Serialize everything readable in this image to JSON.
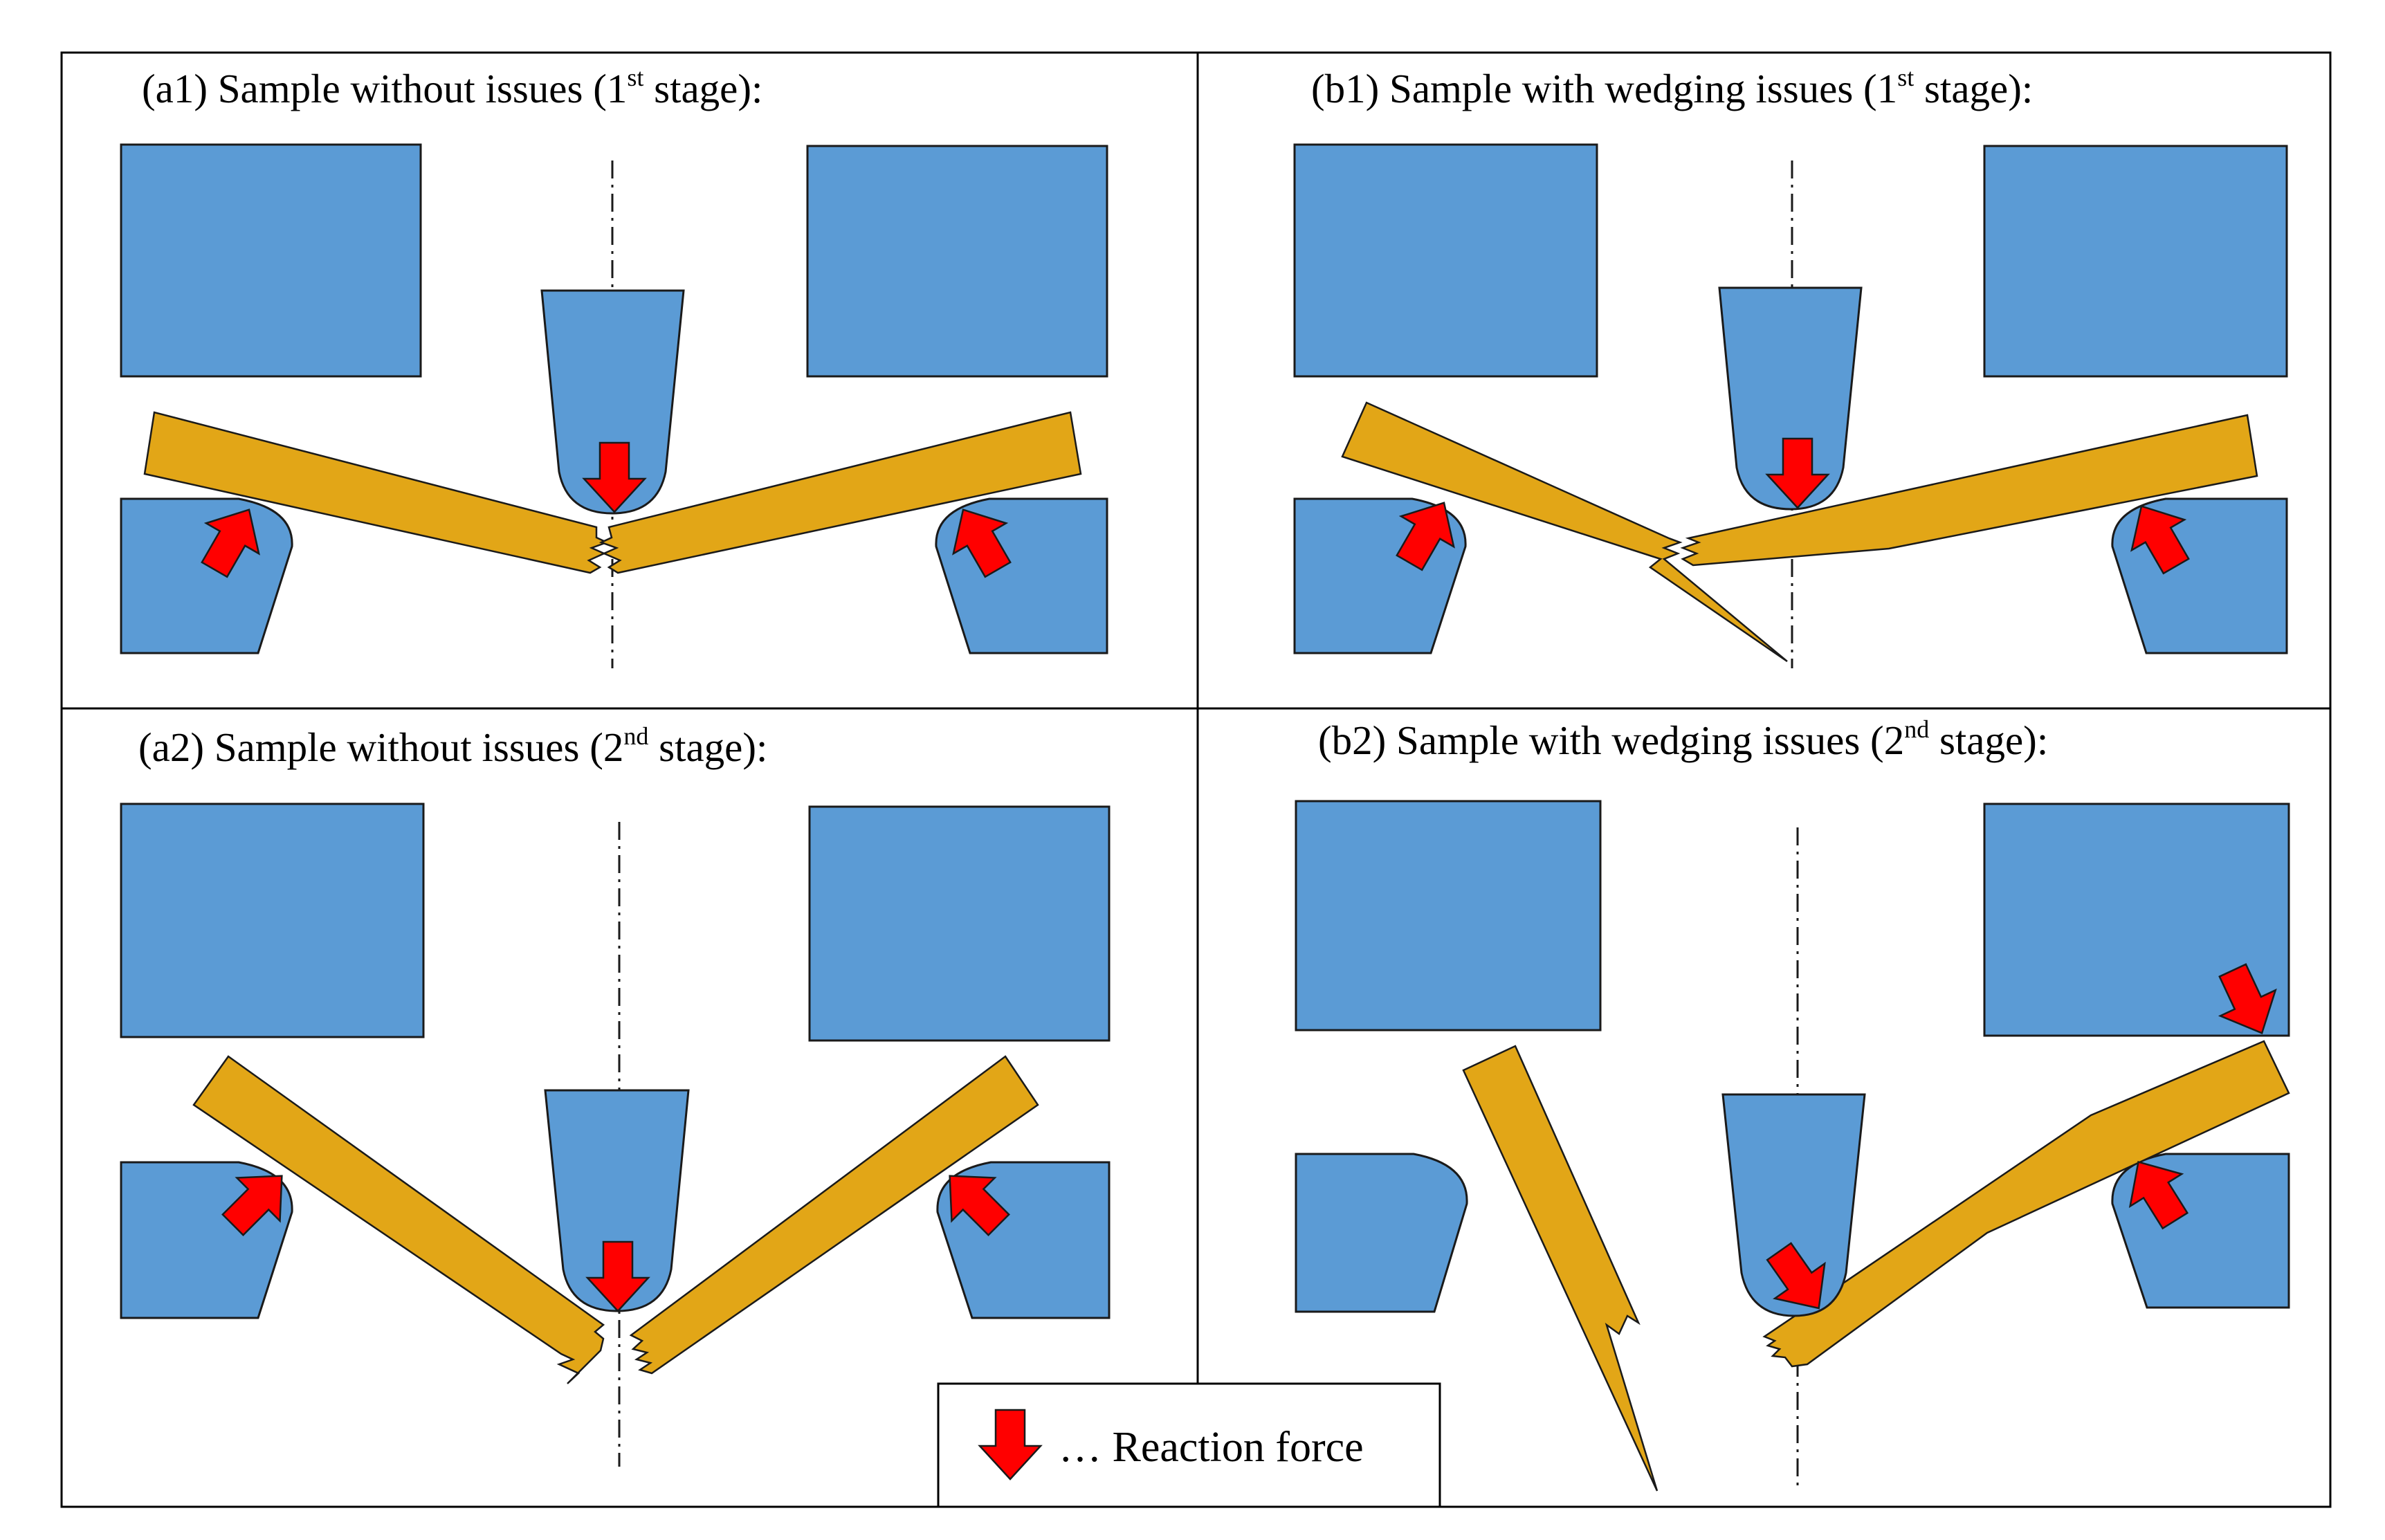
{
  "panels": {
    "a1": {
      "label": "(a1) Sample without issues (1",
      "sup": "st",
      "tail": " stage):"
    },
    "b1": {
      "label": "(b1) Sample with wedging issues (1",
      "sup": "st",
      "tail": " stage):"
    },
    "a2": {
      "label": "(a2) Sample without issues (2",
      "sup": "nd",
      "tail": " stage):"
    },
    "b2": {
      "label": "(b2) Sample with wedging issues (2",
      "sup": "nd",
      "tail": " stage):"
    }
  },
  "legend": {
    "text": "… Reaction force",
    "icon": "reaction-force-arrow-icon"
  },
  "colors": {
    "fixture": "#5b9bd5",
    "specimen": "#e2a617",
    "force_arrow": "#ff0000"
  }
}
